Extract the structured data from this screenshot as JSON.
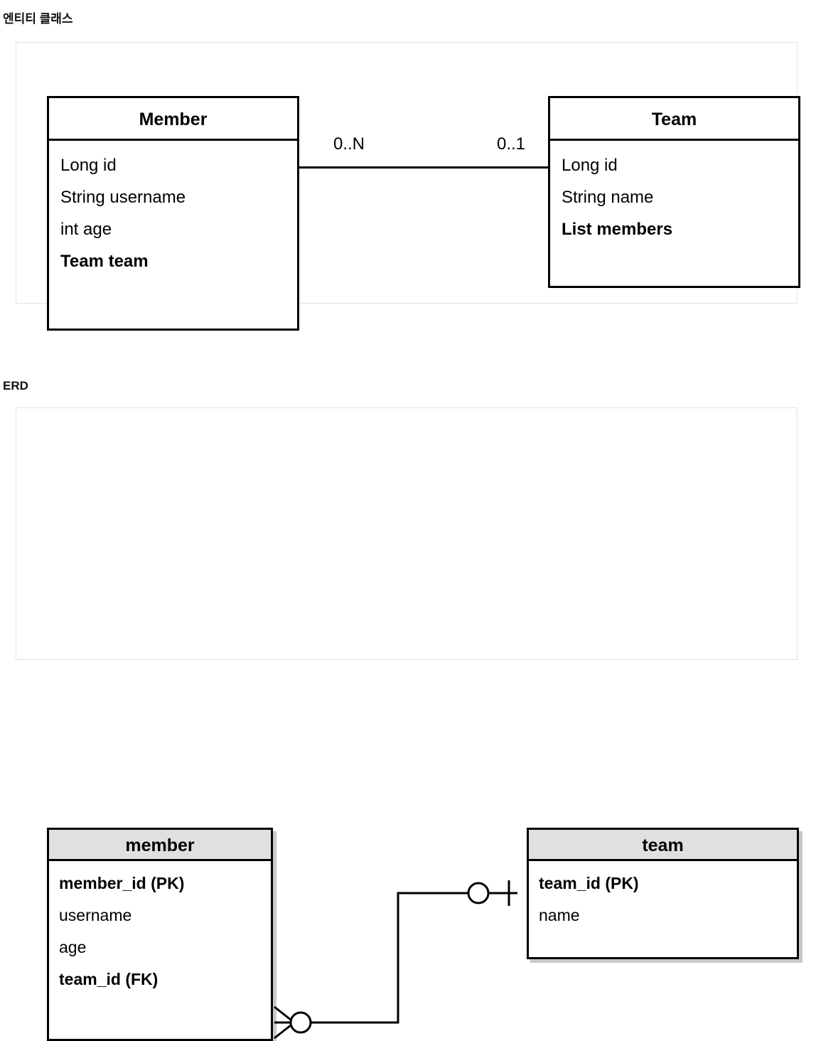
{
  "sections": [
    {
      "heading": "엔티티 클래스",
      "type": "uml-class-diagram",
      "classes": [
        {
          "name": "Member",
          "fields": [
            {
              "text": "Long id",
              "bold": false
            },
            {
              "text": "String username",
              "bold": false
            },
            {
              "text": "int age",
              "bold": false
            },
            {
              "text": "Team team",
              "bold": true
            }
          ]
        },
        {
          "name": "Team",
          "fields": [
            {
              "text": "Long id",
              "bold": false
            },
            {
              "text": "String name",
              "bold": false
            },
            {
              "text": "List members",
              "bold": true
            }
          ]
        }
      ],
      "association": {
        "source_multiplicity": "0..N",
        "target_multiplicity": "0..1"
      }
    },
    {
      "heading": "ERD",
      "type": "entity-relationship-diagram",
      "tables": [
        {
          "name": "member",
          "columns": [
            {
              "text": "member_id (PK)",
              "bold": true
            },
            {
              "text": "username",
              "bold": false
            },
            {
              "text": "age",
              "bold": false
            },
            {
              "text": "team_id (FK)",
              "bold": true
            }
          ]
        },
        {
          "name": "team",
          "columns": [
            {
              "text": "team_id (PK)",
              "bold": true
            },
            {
              "text": "name",
              "bold": false
            }
          ]
        }
      ],
      "relationship": {
        "member_end": "zero-or-many-crowsfoot",
        "team_end": "zero-or-one"
      }
    }
  ],
  "colors": {
    "line": "#000000",
    "table_header_fill": "#e0e0e0",
    "panel_border": "#e3e3e3",
    "shadow": "#c9c9c9"
  }
}
